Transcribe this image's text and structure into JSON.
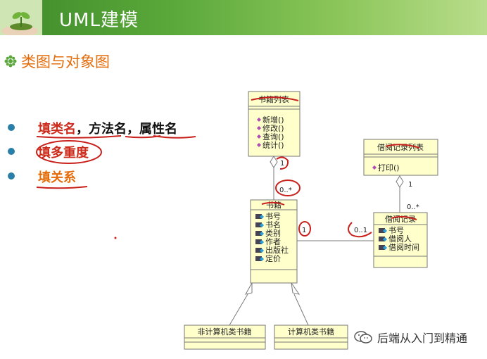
{
  "header": {
    "title": "UML建模"
  },
  "subtitle": "类图与对象图",
  "items": [
    {
      "red": "填类名",
      "sep1": "，",
      "b": "方法名",
      "sep2": "，",
      "c": "属性名"
    },
    {
      "red": "填多重度"
    },
    {
      "red": "填关系"
    }
  ],
  "uml": {
    "book_list": {
      "name": "书籍列表",
      "methods": [
        "新增()",
        "修改()",
        "查询()",
        "统计()"
      ]
    },
    "borrow_list": {
      "name": "借阅记录列表",
      "methods": [
        "打印()"
      ]
    },
    "book": {
      "name": "书籍",
      "attrs": [
        "书号",
        "书名",
        "类别",
        "作者",
        "出版社",
        "定价"
      ]
    },
    "borrow": {
      "name": "借阅记录",
      "attrs": [
        "书号",
        "借阅人",
        "借阅时间"
      ]
    },
    "noncomp": {
      "name": "非计算机类书籍"
    },
    "comp": {
      "name": "计算机类书籍"
    },
    "mult": {
      "bl_top": "1",
      "bl_bottom": "0..*",
      "br_top": "1",
      "br_bottom": "0..*",
      "book_side": "1",
      "borrow_side": "0..1"
    }
  },
  "watermark": {
    "text": "后端从入门到精通"
  }
}
